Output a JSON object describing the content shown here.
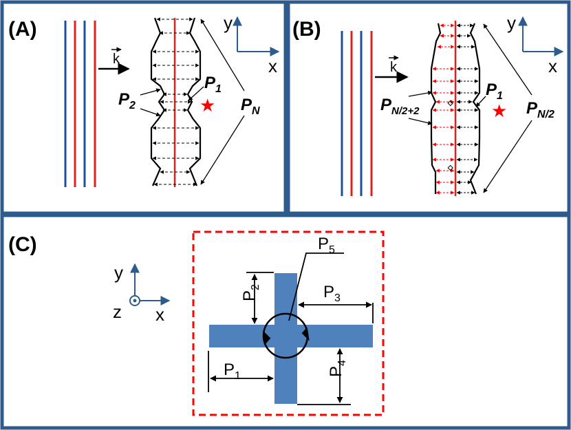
{
  "panels": {
    "a": {
      "label": "(A)",
      "k_label": "k",
      "p_side_label": "P",
      "p_side_sub": "2",
      "p_center_label": "P",
      "p_center_sub": "1",
      "p_total_label": "P",
      "p_total_sub": "N",
      "axis_x": "x",
      "axis_y": "y"
    },
    "b": {
      "label": "(B)",
      "k_label": "k",
      "p_side_label": "P",
      "p_side_sub": "N/2+2",
      "p_center_label": "P",
      "p_center_sub": "1",
      "p_total_label": "P",
      "p_total_sub": "N/2",
      "axis_x": "x",
      "axis_y": "y"
    },
    "c": {
      "label": "(C)",
      "axis_x": "x",
      "axis_y": "y",
      "axis_z": "z",
      "params": [
        {
          "label": "P",
          "sub": "1"
        },
        {
          "label": "P",
          "sub": "2"
        },
        {
          "label": "P",
          "sub": "3"
        },
        {
          "label": "P",
          "sub": "4"
        },
        {
          "label": "P",
          "sub": "5"
        }
      ]
    }
  },
  "colors": {
    "frame": "#2d5c8c",
    "wave_blue": "#1f4e99",
    "wave_red": "#e0201c",
    "star": "#ff0000",
    "cross": "#4f81bd",
    "dashed_box": "#ff0000",
    "axis": "#2d5c8c"
  }
}
